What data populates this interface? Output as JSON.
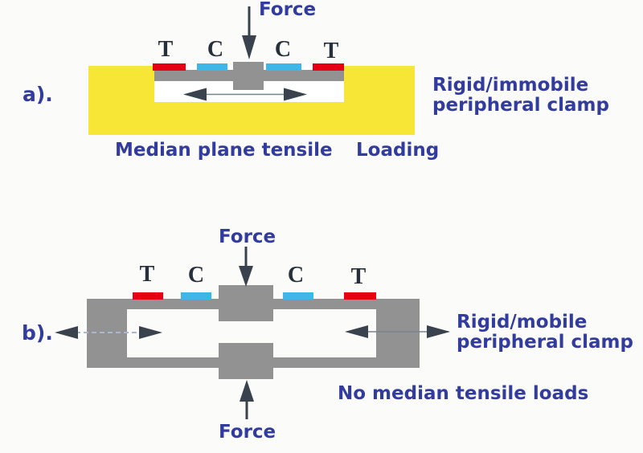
{
  "colors": {
    "background": "#fbfbf9",
    "yellow_clamp": "#f7e636",
    "structure_gray": "#929292",
    "tension_red": "#e60014",
    "compression_cyan": "#3fb6e8",
    "text_navy": "#323c9e",
    "sensor_label_dark": "#272f3b",
    "arrow_dark": "#39424d",
    "thin_line_gray": "#78828e",
    "dashed_line_blue": "#a9b9cb"
  },
  "panel_a": {
    "label": "a).",
    "force_label": "Force",
    "sensor_labels": [
      "T",
      "C",
      "C",
      "T"
    ],
    "clamp_note": {
      "line1": "Rigid/immobile",
      "line2": "peripheral clamp"
    },
    "caption_main": "Median plane tensile",
    "caption_loading": "Loading"
  },
  "panel_b": {
    "label": "b).",
    "force_label_top": "Force",
    "force_label_bottom": "Force",
    "sensor_labels": [
      "T",
      "C",
      "C",
      "T"
    ],
    "clamp_note": {
      "line1": "Rigid/mobile",
      "line2": "peripheral clamp"
    },
    "caption": "No median tensile loads"
  }
}
